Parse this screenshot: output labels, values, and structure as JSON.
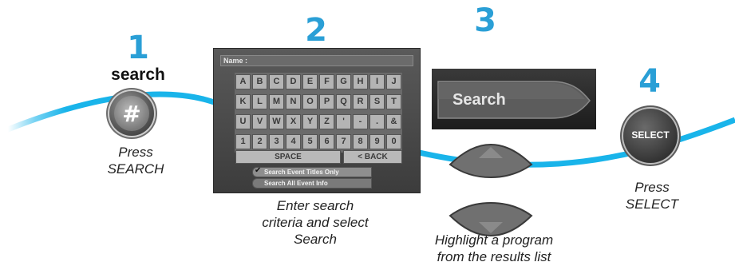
{
  "colors": {
    "step_blue": "#2a9fd6",
    "wave_blue": "#19b4ea",
    "dark_button": "#3d3d3d"
  },
  "step1": {
    "number": "1",
    "word": "search",
    "button_symbol": "#",
    "caption_lines": [
      "Press",
      "SEARCH"
    ],
    "icon": "hash-button-icon"
  },
  "step2": {
    "number": "2",
    "keyboard": {
      "name_label": "Name :",
      "rows": [
        [
          "A",
          "B",
          "C",
          "D",
          "E",
          "F",
          "G",
          "H",
          "I",
          "J"
        ],
        [
          "K",
          "L",
          "M",
          "N",
          "O",
          "P",
          "Q",
          "R",
          "S",
          "T"
        ],
        [
          "U",
          "V",
          "W",
          "X",
          "Y",
          "Z",
          "'",
          "-",
          ".",
          "&"
        ],
        [
          "1",
          "2",
          "3",
          "4",
          "5",
          "6",
          "7",
          "8",
          "9",
          "0"
        ]
      ],
      "space_label": "SPACE",
      "back_label": "< BACK",
      "option_titles": "Search Event Titles Only",
      "option_all": "Search All Event Info"
    },
    "caption_lines": [
      "Enter search",
      "criteria and select",
      "Search"
    ]
  },
  "step3": {
    "number": "3",
    "search_button_label": "Search",
    "caption_lines": [
      "Highlight a program",
      "from the results list"
    ],
    "icons": [
      "arrow-up-button-icon",
      "arrow-down-button-icon"
    ]
  },
  "step4": {
    "number": "4",
    "button_label": "SELECT",
    "caption_lines": [
      "Press",
      "SELECT"
    ],
    "icon": "select-button-icon"
  }
}
